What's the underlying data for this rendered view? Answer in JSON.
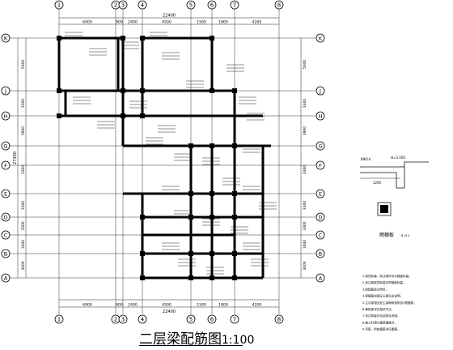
{
  "drawing": {
    "title": "二层梁配筋图",
    "scale": "1:100"
  },
  "dimensions": {
    "top": [
      "6900",
      "900",
      "2400",
      "4500",
      "1500",
      "1800",
      "4200"
    ],
    "top_total": "22400",
    "bottom": [
      "6900",
      "900",
      "2400",
      "4500",
      "1500",
      "1800",
      "4200"
    ],
    "bottom_total": "22400",
    "left": [
      "5000",
      "3300",
      "3900",
      "3300",
      "3300",
      "3300",
      "1600",
      "3000"
    ],
    "left_total": "27300",
    "right": [
      "5000",
      "3300",
      "3900",
      "3300",
      "3300",
      "3300",
      "1600",
      "3000"
    ]
  },
  "axes": {
    "columns": [
      "1",
      "2",
      "3",
      "4",
      "5",
      "6",
      "7",
      "8"
    ],
    "rows": [
      "K",
      "J",
      "H",
      "G",
      "F",
      "E",
      "D",
      "C",
      "B",
      "A"
    ]
  },
  "detail": {
    "label": "雨棚板",
    "scale_note": "8 014",
    "rebar": "6Ф14",
    "elevation": "H=5.400",
    "dim": "1200"
  },
  "notes": [
    "1.梁顶标高：除注明外均为楼面标高。",
    "2.未注明梁顶标高均同楼面标高。",
    "3.梁配筋除注明外。",
    "4.梁箍筋加密区长度见总说明。",
    "5.主次梁相交处主梁两侧各附加3根箍筋。",
    "6.悬挑梁详见相关节点。",
    "7.未注明者详见结构总说明。",
    "8.施工时请与建筑图核对。",
    "9.吊筋、附加箍筋详见图集。"
  ]
}
